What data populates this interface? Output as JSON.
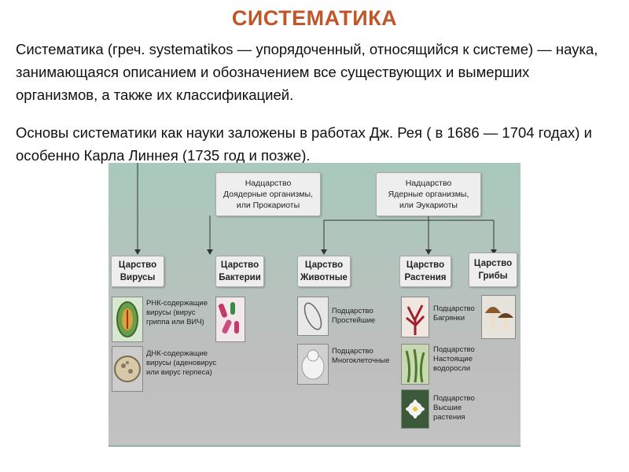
{
  "title": "СИСТЕМАТИКА",
  "para1": "Систематика (греч. systematikos — упорядоченный, относящийся к системе) — наука, занимающаяся описанием и обозначением все существующих и вымерших организмов, а также их классификацией.",
  "para2": "Основы систематики как науки заложены в работах Дж. Рея ( в 1686 — 1704 годах) и особенно Карла Линнея (1735 год и позже).",
  "diagram": {
    "superkingdoms": [
      {
        "line1": "Надцарство",
        "line2": "Доядерные организмы,",
        "line3": "или Прокариоты"
      },
      {
        "line1": "Надцарство",
        "line2": "Ядерные организмы,",
        "line3": "или Эукариоты"
      }
    ],
    "kingdoms": [
      {
        "line1": "Царство",
        "line2": "Вирусы"
      },
      {
        "line1": "Царство",
        "line2": "Бактерии"
      },
      {
        "line1": "Царство",
        "line2": "Животные"
      },
      {
        "line1": "Царство",
        "line2": "Растения"
      },
      {
        "line1": "Царство",
        "line2": "Грибы"
      }
    ],
    "virus_captions": [
      [
        "РНК-содержащие",
        "вирусы (вирус",
        "гриппа или ВИЧ)"
      ],
      [
        "ДНК-содержащие",
        "вирусы (аденовирус",
        "или вирус герпеса)"
      ]
    ],
    "animal_captions": [
      [
        "Подцарство",
        "Простейшие"
      ],
      [
        "Подцарство",
        "Многоклеточные"
      ]
    ],
    "plant_captions": [
      [
        "Подцарство",
        "Багрянки"
      ],
      [
        "Подцарство",
        "Настоящие",
        "водоросли"
      ],
      [
        "Подцарство",
        "Высшие",
        "растения"
      ]
    ]
  }
}
